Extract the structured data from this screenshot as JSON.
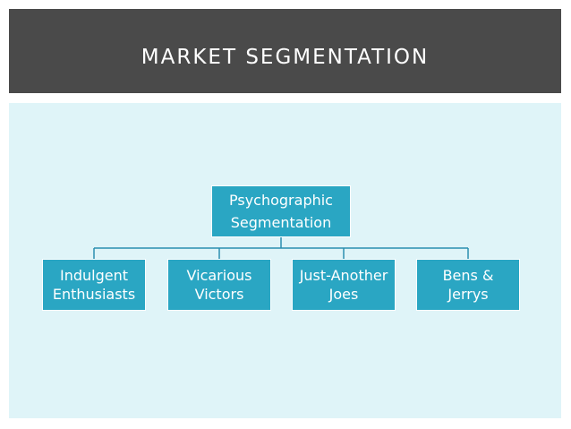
{
  "slide": {
    "title": "MARKET SEGMENTATION"
  },
  "diagram": {
    "root": {
      "lines": [
        "Psychographic",
        "Segmentation"
      ]
    },
    "children": [
      {
        "lines": [
          "Indulgent",
          "Enthusiasts"
        ]
      },
      {
        "lines": [
          "Vicarious",
          "Victors"
        ]
      },
      {
        "lines": [
          "Just-Another",
          "Joes"
        ]
      },
      {
        "lines": [
          "Bens &",
          "Jerrys"
        ]
      }
    ]
  },
  "colors": {
    "title_bar": "#4a4a4a",
    "content_background": "#dff4f8",
    "node_fill": "#2aa6c3",
    "connector": "#2a8fb0"
  }
}
